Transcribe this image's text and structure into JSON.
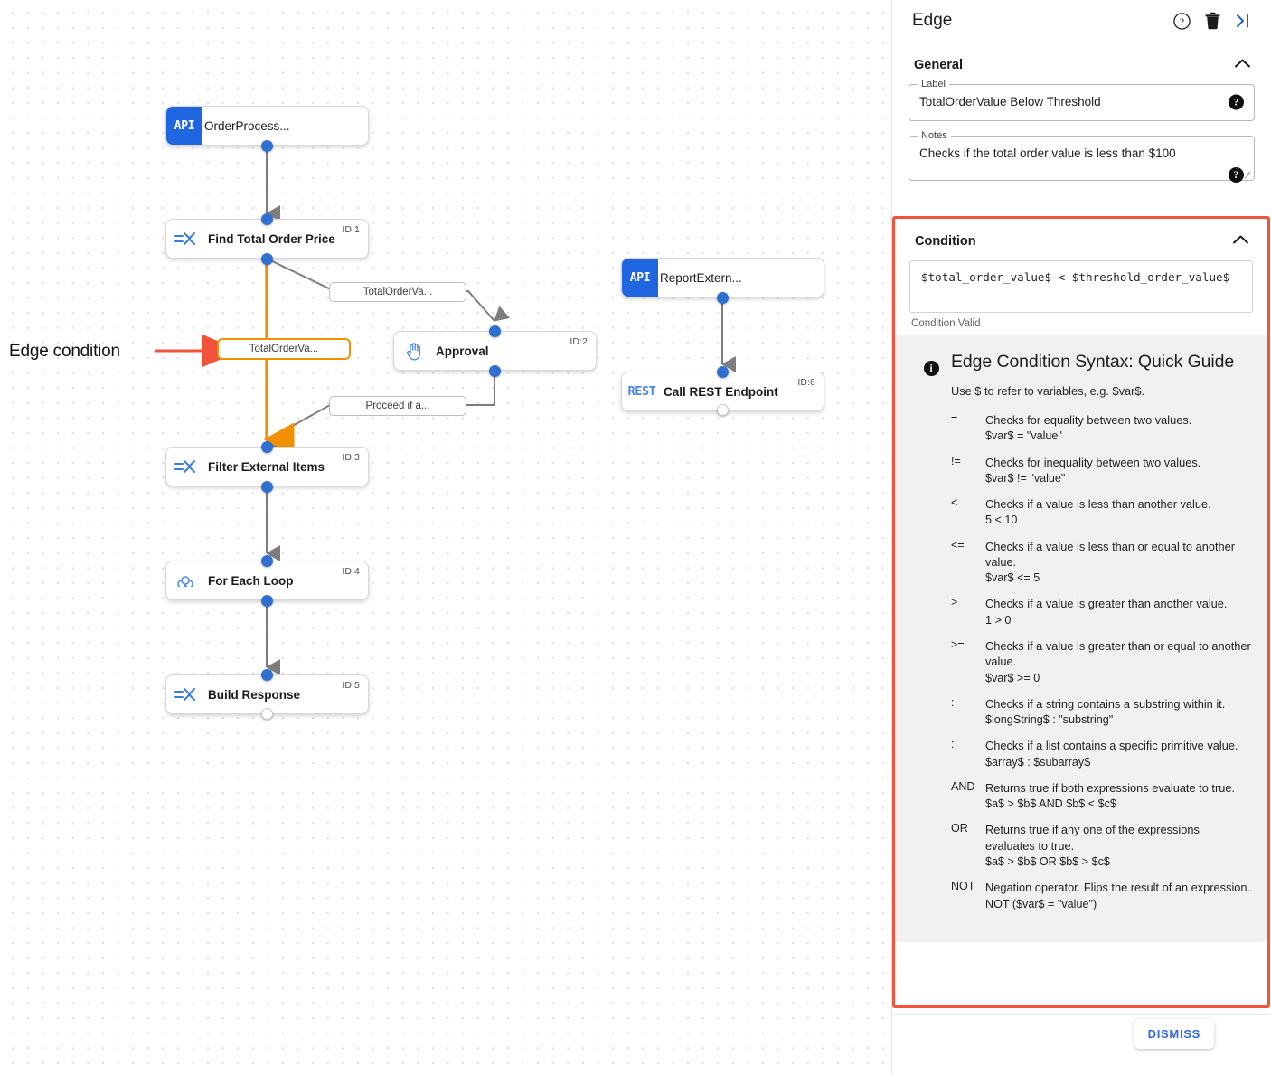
{
  "canvas": {
    "annotation": {
      "text": "Edge condition",
      "arrow_color": "#F4523B"
    },
    "nodes": [
      {
        "id": "n0",
        "badge": "API",
        "title": "OrderProcess...",
        "idtag": ""
      },
      {
        "id": "n1",
        "glyph": "transform-icon",
        "title": "Find Total Order Price",
        "idtag": "ID:1"
      },
      {
        "id": "n2",
        "glyph": "hand-icon",
        "title": "Approval",
        "idtag": "ID:2"
      },
      {
        "id": "n3",
        "glyph": "transform-icon",
        "title": "Filter External Items",
        "idtag": "ID:3"
      },
      {
        "id": "n4",
        "glyph": "loop-icon",
        "title": "For Each Loop",
        "idtag": "ID:4"
      },
      {
        "id": "n5",
        "glyph": "transform-icon",
        "title": "Build Response",
        "idtag": "ID:5"
      },
      {
        "id": "n6",
        "badge": "API",
        "title": "ReportExtern...",
        "idtag": ""
      },
      {
        "id": "n7",
        "glyph": "REST",
        "title": "Call REST Endpoint",
        "idtag": "ID:6"
      }
    ],
    "edge_labels": [
      {
        "text": "TotalOrderVa...",
        "selected": false
      },
      {
        "text": "TotalOrderVa...",
        "selected": true
      },
      {
        "text": "Proceed if a...",
        "selected": false
      }
    ],
    "colors": {
      "selected_edge": "#F29100",
      "edge": "#808080",
      "port": "#2f6fd0",
      "node_badge": "#1f66e0"
    }
  },
  "panel": {
    "title": "Edge",
    "icons": {
      "help": "help-circle-icon",
      "delete": "trash-icon",
      "collapse": "collapse-panel-icon"
    },
    "general": {
      "heading": "General",
      "label_field": {
        "legend": "Label",
        "value": "TotalOrderValue Below Threshold",
        "help": "?"
      },
      "notes_field": {
        "legend": "Notes",
        "value": "Checks if the total order value is less than $100",
        "help": "?"
      }
    },
    "condition": {
      "heading": "Condition",
      "expression": "$total_order_value$ < $threshold_order_value$",
      "status": "Condition Valid",
      "guide": {
        "title": "Edge Condition Syntax: Quick Guide",
        "intro": "Use $ to refer to variables, e.g. $var$.",
        "rows": [
          {
            "op": "=",
            "desc": "Checks for equality between two values.",
            "ex": "$var$ = \"value\""
          },
          {
            "op": "!=",
            "desc": "Checks for inequality between two values.",
            "ex": "$var$ != \"value\""
          },
          {
            "op": "<",
            "desc": "Checks if a value is less than another value.",
            "ex": "5 < 10"
          },
          {
            "op": "<=",
            "desc": "Checks if a value is less than or equal to another value.",
            "ex": "$var$ <= 5"
          },
          {
            "op": ">",
            "desc": "Checks if a value is greater than another value.",
            "ex": "1 > 0"
          },
          {
            "op": ">=",
            "desc": "Checks if a value is greater than or equal to another value.",
            "ex": "$var$ >= 0"
          },
          {
            "op": ":",
            "desc": "Checks if a string contains a substring within it.",
            "ex": "$longString$ : \"substring\""
          },
          {
            "op": ":",
            "desc": "Checks if a list contains a specific primitive value.",
            "ex": "$array$ : $subarray$"
          },
          {
            "op": "AND",
            "desc": "Returns true if both expressions evaluate to true.",
            "ex": "$a$ > $b$ AND $b$ < $c$"
          },
          {
            "op": "OR",
            "desc": "Returns true if any one of the expressions evaluates to true.",
            "ex": "$a$ > $b$ OR $b$ > $c$"
          },
          {
            "op": "NOT",
            "desc": "Negation operator. Flips the result of an expression.",
            "ex": "NOT ($var$ = \"value\")"
          }
        ]
      },
      "highlight_color": "#F4523B"
    },
    "dismiss_label": "DISMISS"
  }
}
